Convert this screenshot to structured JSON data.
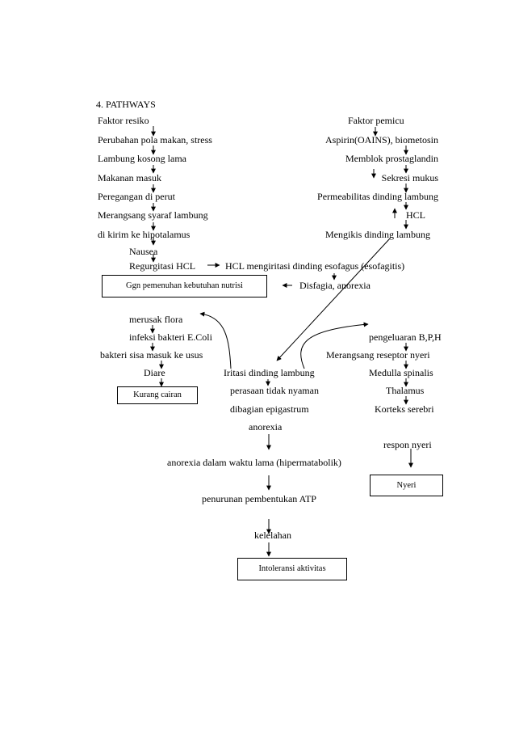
{
  "heading": "4.  PATHWAYS",
  "left": {
    "faktor_resiko": "Faktor resiko",
    "perubahan": "Perubahan pola makan, stress",
    "lambung_kosong": "Lambung kosong lama",
    "makanan": "Makanan masuk",
    "peregangan": "Peregangan di perut",
    "merangsang": "Merangsang syaraf lambung",
    "dikirim": "di kirim ke hipotalamus",
    "nausea": "Nausea",
    "regurgitasi": "Regurgitasi HCL",
    "hcl_iritasi": "HCL mengiritasi dinding esofagus (esofagitis)",
    "disfagia": "Disfagia, anorexia",
    "box_nutrisi": "Ggn pemenuhan kebutuhan nutrisi"
  },
  "right": {
    "faktor_pemicu": "Faktor pemicu",
    "aspirin": "Aspirin(OAINS), biometosin",
    "memblok": "Memblok prostaglandin",
    "sekresi": "Sekresi mukus",
    "permeabilitas": "Permeabilitas dinding lambung",
    "hcl": "HCL",
    "mengikis": "Mengikis dinding lambung"
  },
  "middle_left": {
    "merusak": "merusak flora",
    "infeksi": "infeksi bakteri E.Coli",
    "bakteri": "bakteri sisa masuk ke usus",
    "diare": "Diare",
    "box_cairan": "Kurang cairan"
  },
  "center": {
    "iritasi": "Iritasi dinding lambung",
    "perasaan": "perasaan tidak nyaman",
    "dibagian": "dibagian epigastrum",
    "anorexia": "anorexia",
    "anorexia_lama": "anorexia dalam waktu lama (hipermatabolik)",
    "penurunan": "penurunan pembentukan ATP",
    "kelelahan": "kelelahan",
    "box_intoleransi": "Intoleransi aktivitas"
  },
  "pain": {
    "pengeluaran": "pengeluaran B,P,H",
    "merangsang_reseptor": "Merangsang reseptor nyeri",
    "medulla": "Medulla spinalis",
    "thalamus": "Thalamus",
    "korteks": "Korteks serebri",
    "respon": "respon nyeri",
    "box_nyeri": "Nyeri"
  }
}
